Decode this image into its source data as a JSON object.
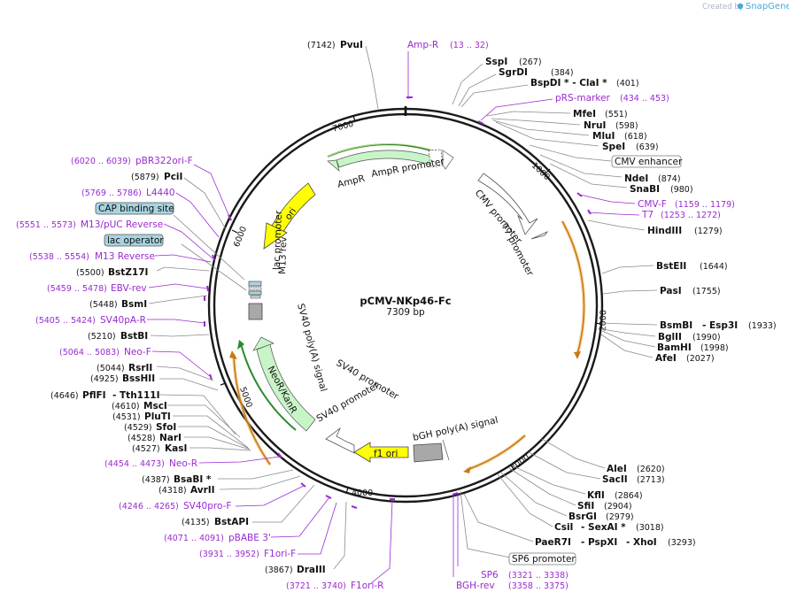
{
  "header": {
    "created_by": "Created by",
    "brand": "SnapGene"
  },
  "plasmid": {
    "name": "pCMV-NKp46-Fc",
    "length": "7309 bp"
  },
  "ticks": [
    "1000",
    "2000",
    "3000",
    "4000",
    "5000",
    "6000",
    "7000"
  ],
  "features": {
    "ampr": "AmpR",
    "ampr_promoter": "AmpR promoter",
    "ori": "ori",
    "lac_promoter": "lac promoter",
    "m13_rev": "M13 rev",
    "sv40_polya": "SV40 poly(A) signal",
    "neor": "NeoR/KanR",
    "sv40_promoter_inner": "SV40 promoter",
    "sv40_promoter": "SV40 promoter",
    "f1_ori": "f1 ori",
    "bgh_polya": "bGH poly(A) signal",
    "cmv_promoter": "CMV promoter",
    "t7_promoter": "T7 promoter"
  },
  "boxed_labels": {
    "cmv_enhancer": "CMV enhancer",
    "sp6_promoter": "SP6 promoter",
    "cap_binding": "CAP binding site",
    "lac_operator": "lac operator"
  },
  "right_labels": {
    "amp_r": "Amp-R",
    "amp_r_pos": "(13 .. 32)",
    "sspi": "SspI",
    "sspi_pos": "(267)",
    "sgrdi": "SgrDI",
    "sgrdi_pos": "(384)",
    "bspdi": "BspDI * - ClaI *",
    "bspdi_pos": "(401)",
    "prs": "pRS-marker",
    "prs_pos": "(434 .. 453)",
    "mfei": "MfeI",
    "mfei_pos": "(551)",
    "nrui": "NruI",
    "nrui_pos": "(598)",
    "mlui": "MluI",
    "mlui_pos": "(618)",
    "spei": "SpeI",
    "spei_pos": "(639)",
    "ndei": "NdeI",
    "ndei_pos": "(874)",
    "snabi": "SnaBI",
    "snabi_pos": "(980)",
    "cmvf": "CMV-F",
    "cmvf_pos": "(1159 .. 1179)",
    "t7": "T7",
    "t7_pos": "(1253 .. 1272)",
    "hindiii": "HindIII",
    "hindiii_pos": "(1279)",
    "bsteii": "BstEII",
    "bsteii_pos": "(1644)",
    "pasi": "PasI",
    "pasi_pos": "(1755)",
    "bsmbi": "BsmBI",
    "esp3i": "- Esp3I",
    "bsmbi_pos": "(1933)",
    "bglii": "BglII",
    "bglii_pos": "(1990)",
    "bamhi": "BamHI",
    "bamhi_pos": "(1998)",
    "afei": "AfeI",
    "afei_pos": "(2027)",
    "alei": "AleI",
    "alei_pos": "(2620)",
    "sacii": "SacII",
    "sacii_pos": "(2713)",
    "kfli": "KflI",
    "kfli_pos": "(2864)",
    "sfii": "SfiI",
    "sfii_pos": "(2904)",
    "bsrgi": "BsrGI",
    "bsrgi_pos": "(2979)",
    "csii": "CsiI",
    "sexai": "- SexAI *",
    "csii_pos": "(3018)",
    "paer7i": "PaeR7I",
    "pspxi": "- PspXI",
    "xhoi": "- XhoI",
    "paer7i_pos": "(3293)",
    "sp6": "SP6",
    "sp6_pos": "(3321 .. 3338)",
    "bghrev": "BGH-rev",
    "bghrev_pos": "(3358 .. 3375)"
  },
  "left_labels": {
    "pvui_pos": "(7142)",
    "pvui": "PvuI",
    "pbr_pos": "(6020 .. 6039)",
    "pbr": "pBR322ori-F",
    "pcii_pos": "(5879)",
    "pcii": "PciI",
    "l4440_pos": "(5769 .. 5786)",
    "l4440": "L4440",
    "m13puc_pos": "(5551 .. 5573)",
    "m13puc": "M13/pUC Reverse",
    "m13r_pos": "(5538 .. 5554)",
    "m13r": "M13 Reverse",
    "bstz_pos": "(5500)",
    "bstz": "BstZ17I",
    "ebv_pos": "(5459 .. 5478)",
    "ebv": "EBV-rev",
    "bsmi_pos": "(5448)",
    "bsmi": "BsmI",
    "sv40par_pos": "(5405 .. 5424)",
    "sv40par": "SV40pA-R",
    "bstbi_pos": "(5210)",
    "bstbi": "BstBI",
    "neof_pos": "(5064 .. 5083)",
    "neof": "Neo-F",
    "rsrii_pos": "(5044)",
    "rsrii": "RsrII",
    "bsshii_pos": "(4925)",
    "bsshii": "BssHII",
    "pflfi_pos": "(4646)",
    "pflfi": "PflFI",
    "tth": "- Tth111I",
    "msci_pos": "(4610)",
    "msci": "MscI",
    "plut_pos": "(4531)",
    "plut": "PluTI",
    "sfoi_pos": "(4529)",
    "sfoi": "SfoI",
    "nari_pos": "(4528)",
    "nari": "NarI",
    "kasi_pos": "(4527)",
    "kasi": "KasI",
    "neor_pos": "(4454 .. 4473)",
    "neor": "Neo-R",
    "bsabi_pos": "(4387)",
    "bsabi": "BsaBI *",
    "avrii_pos": "(4318)",
    "avrii": "AvrII",
    "sv40pro_pos": "(4246 .. 4265)",
    "sv40pro": "SV40pro-F",
    "bstapi_pos": "(4135)",
    "bstapi": "BstAPI",
    "pbabe_pos": "(4071 .. 4091)",
    "pbabe": "pBABE 3'",
    "f1orif_pos": "(3931 .. 3952)",
    "f1orif": "F1ori-F",
    "draiii_pos": "(3867)",
    "draiii": "DraIII",
    "f1orir_pos": "(3721 .. 3740)",
    "f1orir": "F1ori-R"
  },
  "colors": {
    "backbone": "#1a1a1a",
    "primer": "#9a2ad0",
    "orange_feature": "#f0a030",
    "green_feature": "#c8f5c8",
    "yellow_feature": "#ffff00",
    "grey_feature": "#a8a8a8",
    "blue_feature": "#a8d4e0",
    "brand": "#4aa8d8"
  }
}
